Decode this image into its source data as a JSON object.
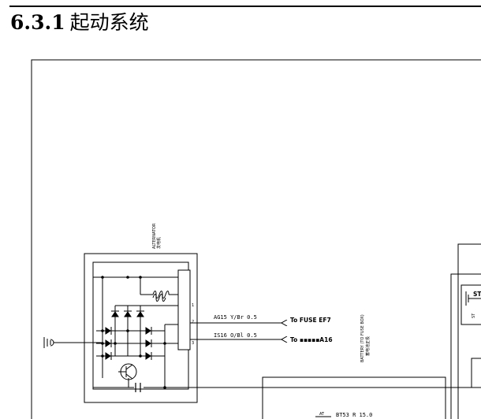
{
  "section": {
    "number": "6.3.1",
    "title": "起动系统"
  },
  "diagram": {
    "alternator_label": "ALTERNATOR",
    "alternator_label_cn": "发电机",
    "wires": [
      {
        "circuit": "AG15 Y/Br 0.5",
        "destination": "To FUSE EF7"
      },
      {
        "circuit": "IS16 O/Bl 0.5",
        "destination": "To ▪▪▪▪▪A16"
      }
    ],
    "pins": [
      "1",
      "2",
      "3"
    ],
    "side_label": "BATTERY (TO FUSE BOX)",
    "side_label_cn": "蓄电池正极",
    "bottom_label": "BT53 R 15.0",
    "bottom_tag": "AT",
    "right_tag": "ST"
  }
}
